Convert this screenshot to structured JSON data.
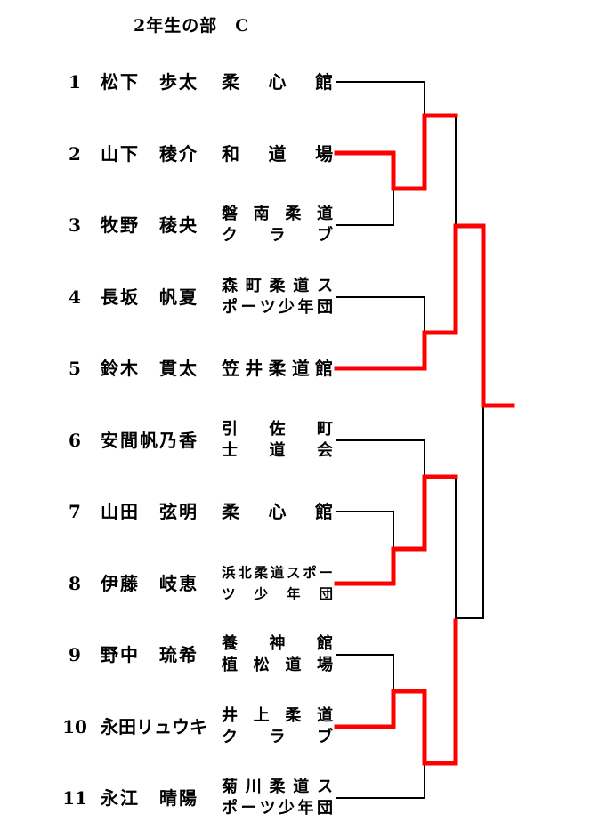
{
  "title": "2年生の部　C",
  "entries": [
    {
      "seed": "1",
      "name": "松下　歩太",
      "team": [
        "柔　心　館"
      ]
    },
    {
      "seed": "2",
      "name": "山下　稜介",
      "team": [
        "和　道　場"
      ]
    },
    {
      "seed": "3",
      "name": "牧野　稜央",
      "team": [
        "磐南柔道",
        "クラブ"
      ]
    },
    {
      "seed": "4",
      "name": "長坂　帆夏",
      "team": [
        "森町柔道ス",
        "ポーツ少年団"
      ]
    },
    {
      "seed": "5",
      "name": "鈴木　貫太",
      "team": [
        "笠井柔道館"
      ]
    },
    {
      "seed": "6",
      "name": "安間帆乃香",
      "team": [
        "引　佐　町",
        "士　道　会"
      ]
    },
    {
      "seed": "7",
      "name": "山田　弦明",
      "team": [
        "柔　心　館"
      ]
    },
    {
      "seed": "8",
      "name": "伊藤　岐恵",
      "team": [
        "浜北柔道スポー",
        "ツ　少　年　団"
      ]
    },
    {
      "seed": "9",
      "name": "野中　琉希",
      "team": [
        "養　神　館",
        "植松道場"
      ]
    },
    {
      "seed": "10",
      "name": "永田リュウキ",
      "team": [
        "井上柔道",
        "クラブ"
      ]
    },
    {
      "seed": "11",
      "name": "永江　晴陽",
      "team": [
        "菊川柔道ス",
        "ポーツ少年団"
      ]
    }
  ],
  "colors": {
    "winner_line": "#ff0000",
    "normal_line": "#000000"
  }
}
